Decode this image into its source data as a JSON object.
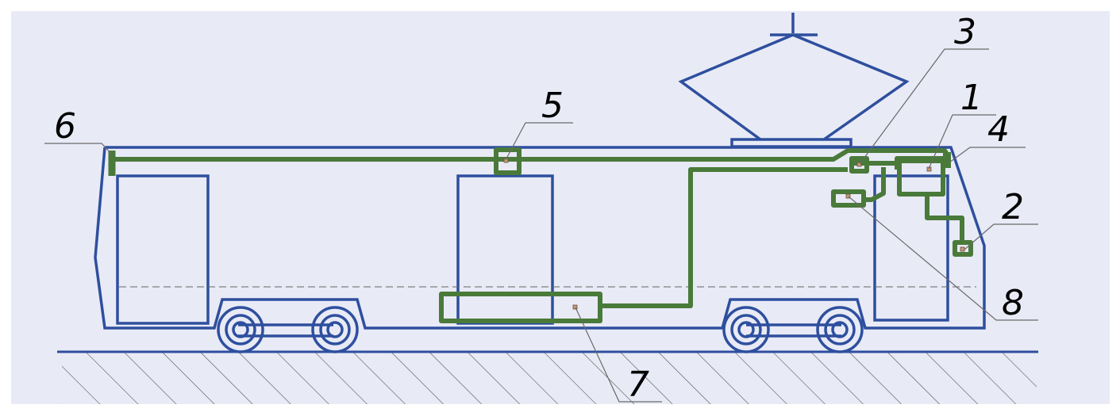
{
  "diagram": {
    "colors": {
      "background": "#ffffff",
      "panel": "#e8eaf6",
      "body": "#2e4f9e",
      "harness": "#4a7a3a",
      "leader": "#6a6a6a"
    },
    "labels": [
      {
        "id": "1",
        "text": "1"
      },
      {
        "id": "2",
        "text": "2"
      },
      {
        "id": "3",
        "text": "3"
      },
      {
        "id": "4",
        "text": "4"
      },
      {
        "id": "5",
        "text": "5"
      },
      {
        "id": "6",
        "text": "6"
      },
      {
        "id": "7",
        "text": "7"
      },
      {
        "id": "8",
        "text": "8"
      }
    ]
  }
}
